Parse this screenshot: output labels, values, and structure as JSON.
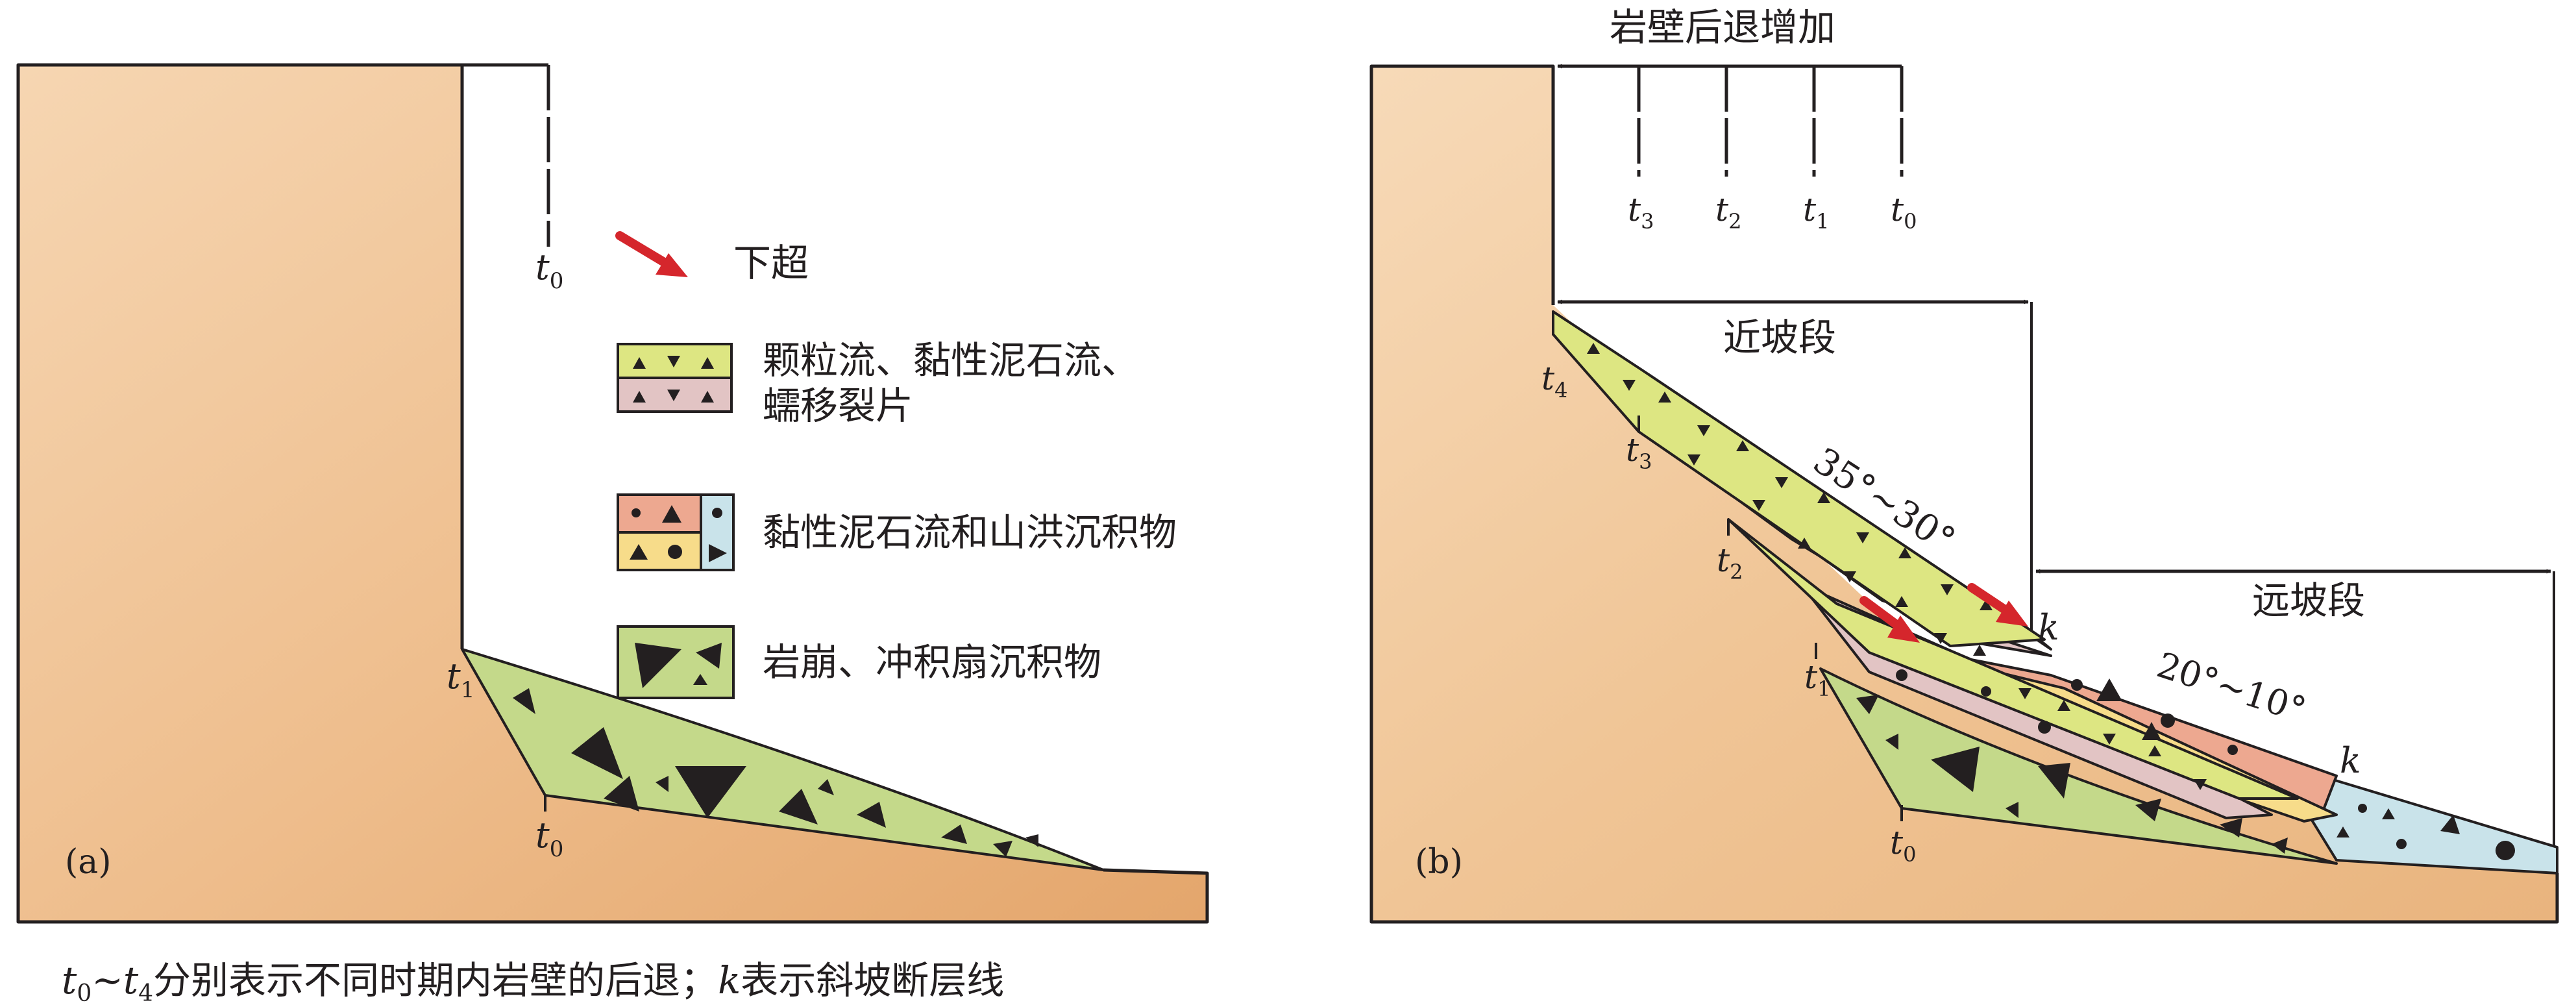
{
  "panel_a": {
    "label": "(a)",
    "time_labels": [
      {
        "base": "t",
        "sub": "0",
        "name": "t0-top"
      },
      {
        "base": "t",
        "sub": "1",
        "name": "t1"
      },
      {
        "base": "t",
        "sub": "0",
        "name": "t0-bottom"
      }
    ]
  },
  "panel_b": {
    "label": "(b)",
    "retreat_label": "岩壁后退增加",
    "retreat_ticks": [
      {
        "base": "t",
        "sub": "3"
      },
      {
        "base": "t",
        "sub": "2"
      },
      {
        "base": "t",
        "sub": "1"
      },
      {
        "base": "t",
        "sub": "0"
      }
    ],
    "near_slope_label": "近坡段",
    "far_slope_label": "远坡段",
    "angle_upper": "35°~30°",
    "angle_lower": "20°~10°",
    "fault_marker": "k",
    "time_labels": [
      {
        "base": "t",
        "sub": "4"
      },
      {
        "base": "t",
        "sub": "3"
      },
      {
        "base": "t",
        "sub": "2"
      },
      {
        "base": "t",
        "sub": "1"
      },
      {
        "base": "t",
        "sub": "0"
      }
    ]
  },
  "legend": {
    "downlap": "下超",
    "granular_line1": "颗粒流、黏性泥石流、",
    "granular_line2": "蠕移裂片",
    "mudflow": "黏性泥石流和山洪沉积物",
    "rockfall": "岩崩、冲积扇沉积物"
  },
  "caption": {
    "t_start": "t",
    "sub_start": "0",
    "tilde": "~",
    "t_end": "t",
    "sub_end": "4",
    "text1": "分别表示不同时期内岩壁的后退；",
    "k": "k",
    "text2": "表示斜坡断层线"
  },
  "colors": {
    "rock_light": "#f6d6b2",
    "rock_dark": "#e6aa72",
    "green_fan": "#c4d98a",
    "yellow_green": "#dde682",
    "pink": "#e2c4c4",
    "salmon": "#eda890",
    "yellow": "#f7dc8a",
    "light_blue": "#c9e3ea",
    "red_arrow": "#d5262c",
    "ink": "#231f20"
  }
}
